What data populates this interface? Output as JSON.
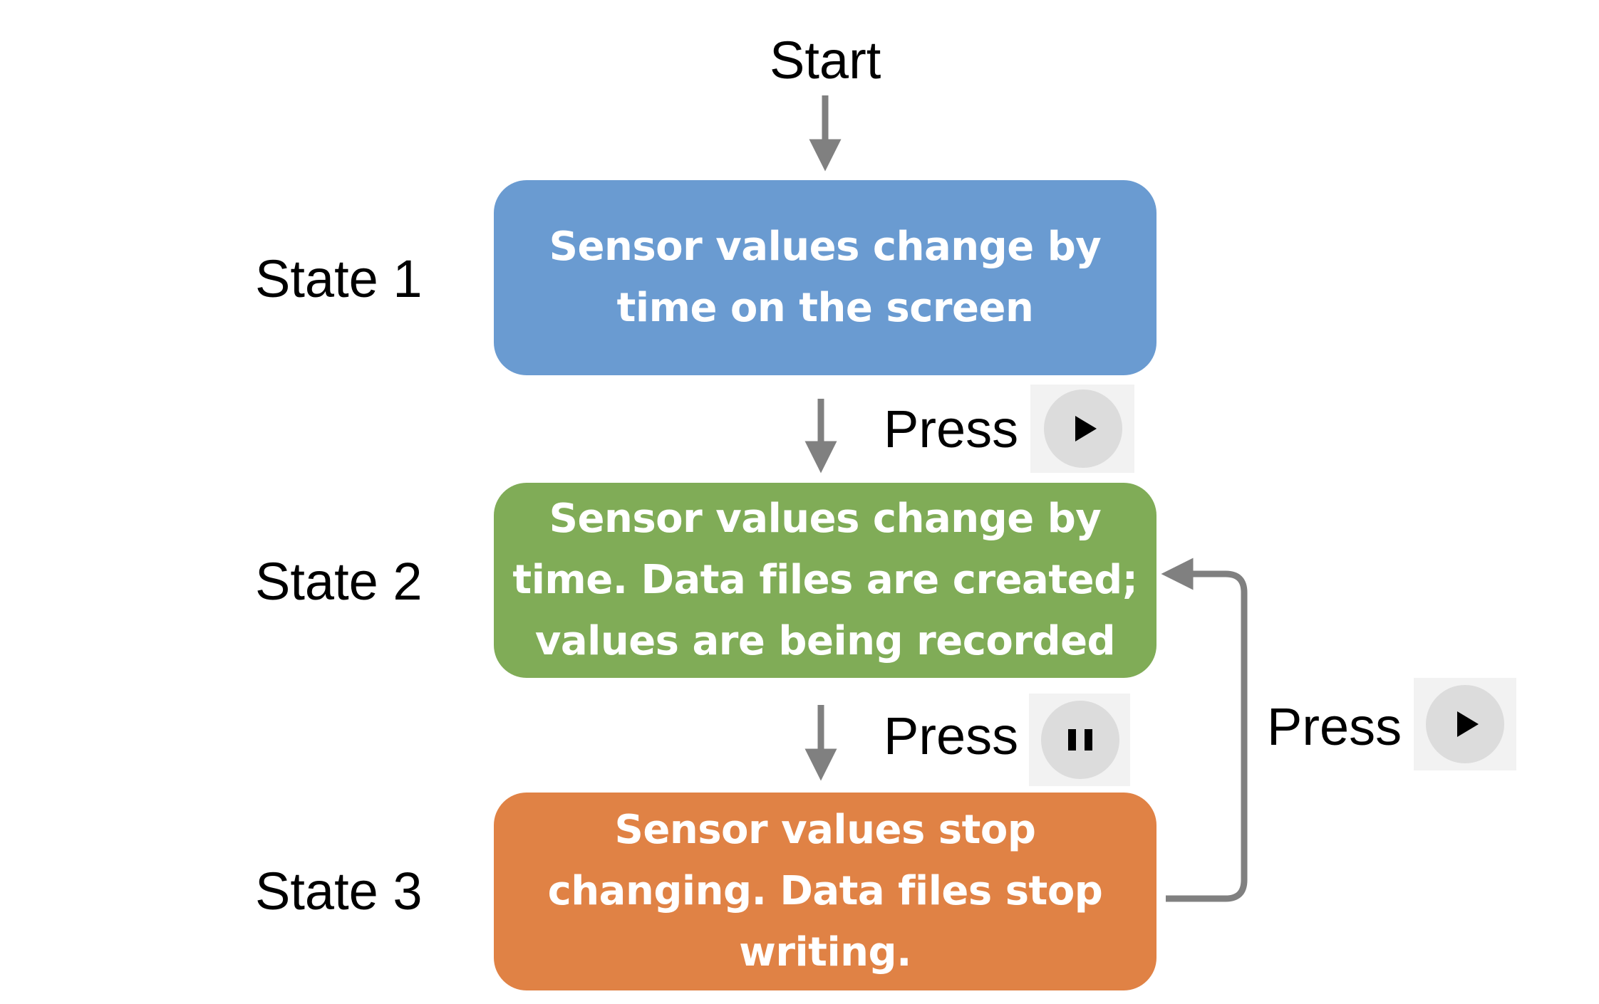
{
  "start_label": "Start",
  "states": [
    {
      "label": "State 1",
      "text": "Sensor values change by\ntime on the screen",
      "color": "#6a9bd1"
    },
    {
      "label": "State 2",
      "text": "Sensor values change by\ntime. Data files are created;\nvalues are being recorded",
      "color": "#80ac57"
    },
    {
      "label": "State 3",
      "text": "Sensor values stop\nchanging. Data files stop\nwriting.",
      "color": "#e08245"
    }
  ],
  "transitions": [
    {
      "label": "Press",
      "button_icon": "play-icon"
    },
    {
      "label": "Press",
      "button_icon": "pause-icon"
    },
    {
      "label": "Press",
      "button_icon": "play-icon"
    }
  ],
  "colors": {
    "arrow": "#808080",
    "button_bg": "#f2f2f2",
    "button_circle": "#dcdcdc",
    "icon": "#000000"
  }
}
